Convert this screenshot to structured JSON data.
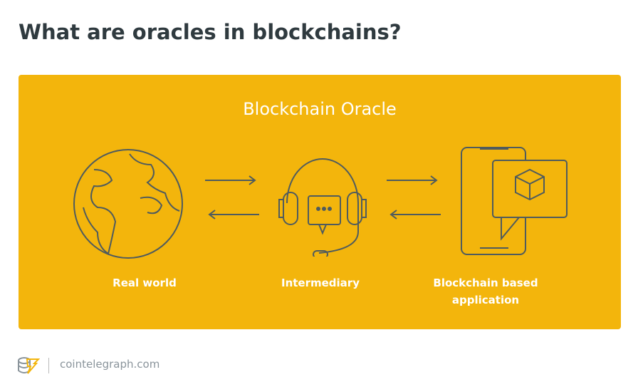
{
  "title": "What are oracles in blockchains?",
  "diagram": {
    "heading": "Blockchain Oracle",
    "nodes": [
      {
        "label": "Real world"
      },
      {
        "label": "Intermediary"
      },
      {
        "label": "Blockchain based application"
      }
    ]
  },
  "footer": {
    "site": "cointelegraph.com"
  }
}
